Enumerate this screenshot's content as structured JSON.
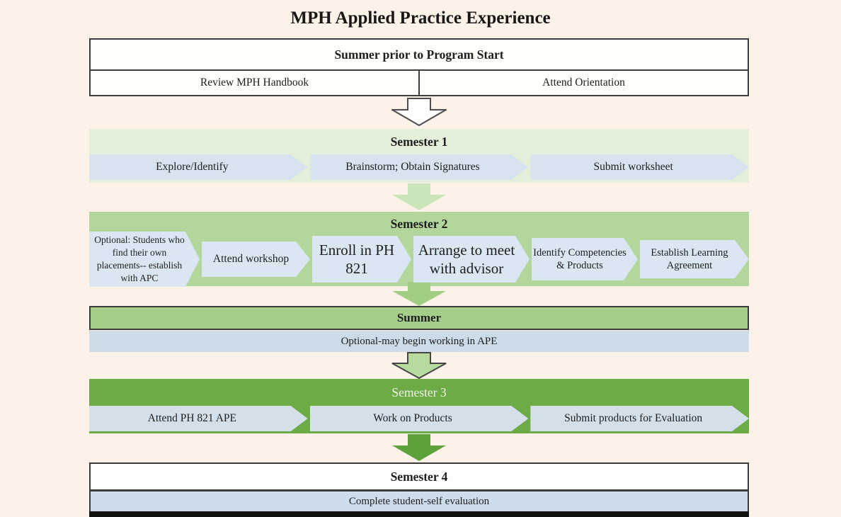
{
  "title": "MPH Applied Practice Experience",
  "pre_program": {
    "header": "Summer prior to Program Start",
    "cells": [
      "Review MPH Handbook",
      "Attend Orientation"
    ]
  },
  "semester1": {
    "header": "Semester 1",
    "steps": [
      "Explore/Identify",
      "Brainstorm; Obtain Signatures",
      "Submit worksheet"
    ]
  },
  "semester2": {
    "header": "Semester 2",
    "steps": [
      "Optional: Students who find their own placements-- establish with APC",
      "Attend workshop",
      "Enroll in PH 821",
      "Arrange to meet with advisor",
      "Identify Competencies & Products",
      "Establish Learning Agreement"
    ]
  },
  "summer": {
    "header": "Summer",
    "note": "Optional-may begin working in APE"
  },
  "semester3": {
    "header": "Semester 3",
    "steps": [
      "Attend PH 821 APE",
      "Work on Products",
      "Submit products for Evaluation"
    ]
  },
  "semester4": {
    "header": "Semester 4",
    "note": "Complete student-self evaluation"
  },
  "colors": {
    "page_background": "#fdf2e7",
    "box_border": "#3d3d3d",
    "semester1_green": "#e4efd9",
    "semester2_green": "#b2d69b",
    "summer_green": "#a5ce8a",
    "semester3_green": "#6cab46",
    "chevron_blue": "#d7e3ee",
    "note_blue": "#ccdce8",
    "arrow_white": "#ffffff",
    "arrow_light_green": "#cbe5ba",
    "arrow_medium_green": "#a2cd84",
    "arrow_outlined_green": "#b7db9f",
    "arrow_dark_green": "#5ea23b"
  }
}
